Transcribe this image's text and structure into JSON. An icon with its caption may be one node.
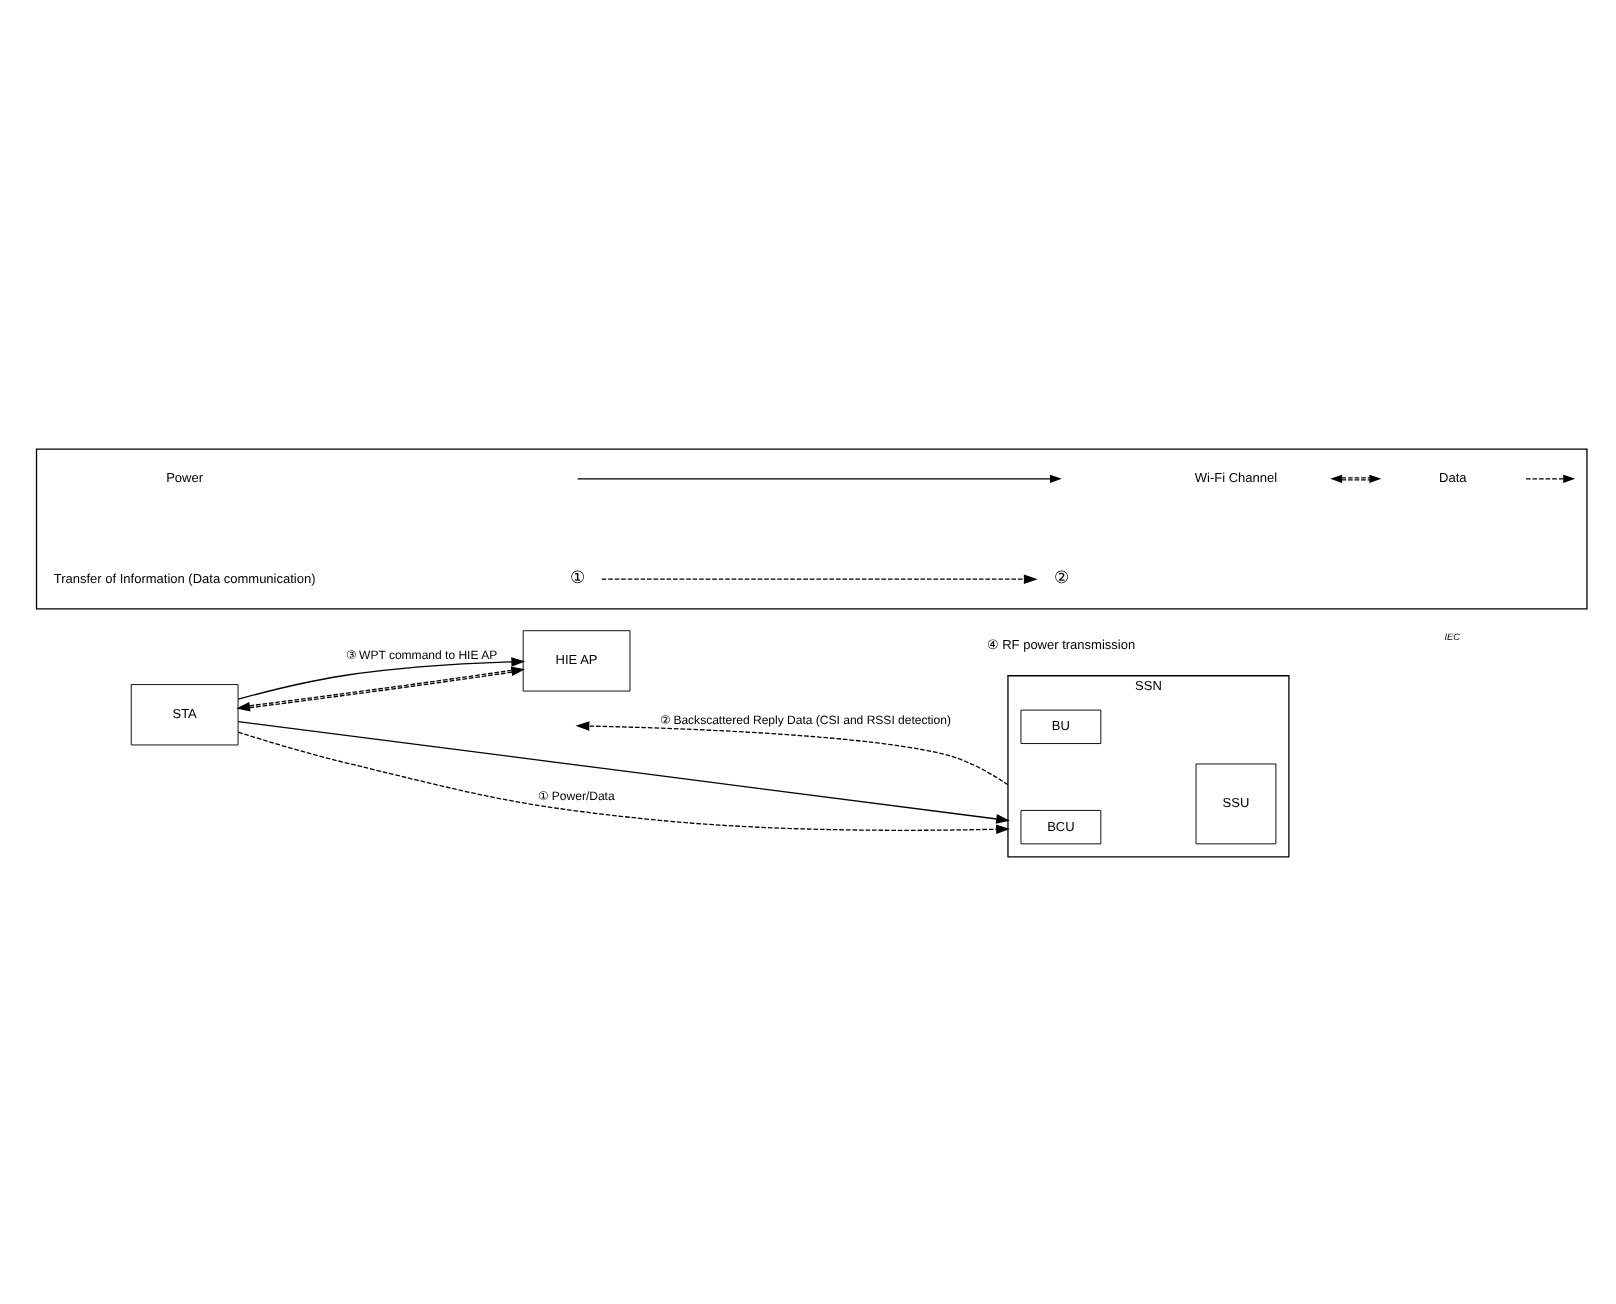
{
  "diagram": {
    "nodes": [
      {
        "text": [
          "HIE AP"
        ]
      },
      {
        "text": [
          "STA"
        ]
      },
      {
        "text": [
          "SSN"
        ]
      },
      {
        "text": [
          "BCU"
        ],
        "in": 2
      },
      {
        "text": [
          "BU"
        ],
        "in": 2
      },
      {
        "text": [
          "SSU"
        ],
        "in": 2
      },
      {
        "text": [],
        "shape": "box"
      },
      {
        "text": [
          "①"
        ],
        "in": 6
      },
      {
        "text": [
          "②"
        ],
        "in": 6
      }
    ],
    "edges": [
      {
        "from": 1,
        "to": 0,
        "arrow": "to",
        "label": "③ WPT command to HIE AP"
      },
      {
        "from": 1,
        "to": 0,
        "arrow": "both",
        "style": "dashed"
      },
      {
        "from": 2,
        "to": null,
        "arrow": "to",
        "style": "dashed",
        "label": "② Backscattered Reply Data (CSI and RSSI detection)"
      },
      {
        "from": 1,
        "to": 2,
        "arrow": "to"
      },
      {
        "from": 1,
        "to": 2,
        "arrow": "to",
        "style": "dashed",
        "label": "① Power/Data"
      },
      {
        "from": 7,
        "to": 8,
        "arrow": "to",
        "style": "dashed"
      }
    ],
    "labels": [
      "④ RF power transmission",
      "Transfer of Information (Data communication)",
      "IEC"
    ],
    "legend": [
      {
        "text": "Power"
      },
      {
        "text": "Wi-Fi Channel"
      },
      {
        "text": "Data"
      }
    ]
  }
}
